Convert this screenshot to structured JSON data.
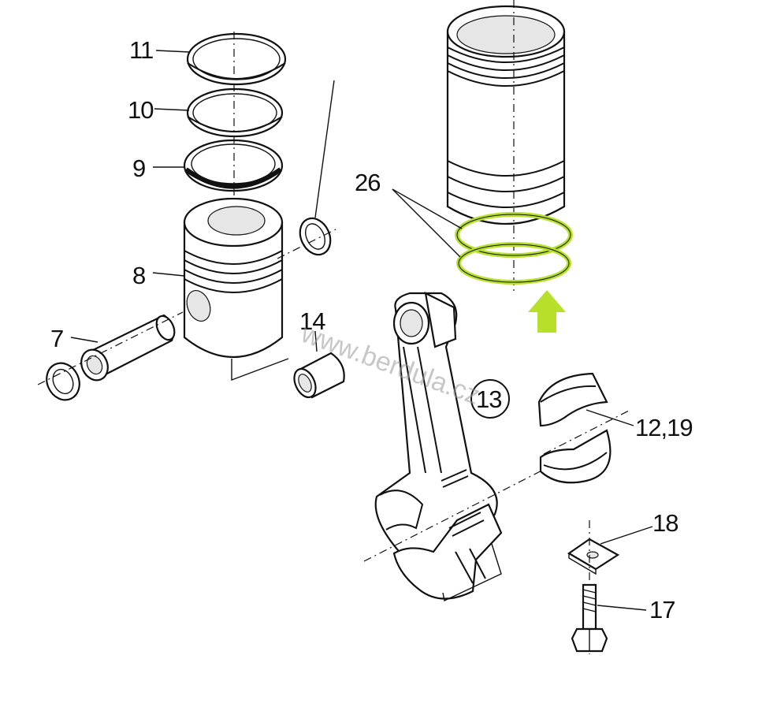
{
  "labels": {
    "p7": "7",
    "p8": "8",
    "p9": "9",
    "p10": "10",
    "p11": "11",
    "p12": "12,19",
    "p13": "13",
    "p14": "14",
    "p17": "17",
    "p18": "18",
    "p26": "26"
  },
  "watermark": "www.berdula.cz",
  "colors": {
    "highlight": "#b6e02a",
    "ink": "#111111"
  }
}
